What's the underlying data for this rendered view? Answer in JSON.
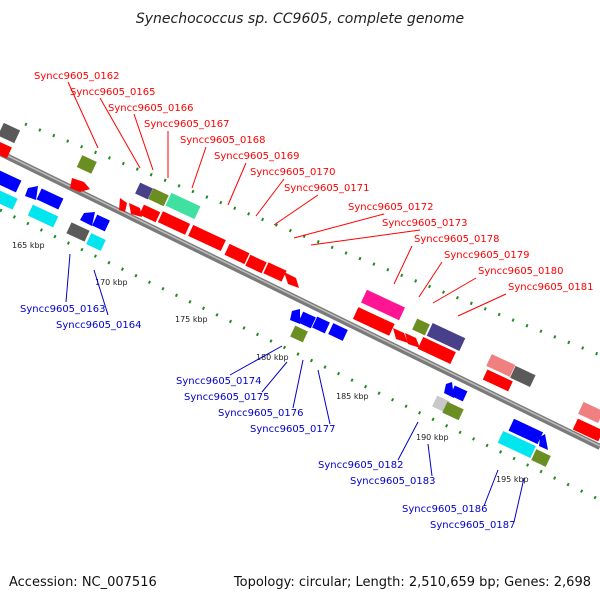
{
  "title": "Synechococcus sp. CC9605, complete genome",
  "footer": {
    "accession": "Accession: NC_007516",
    "summary": "Topology: circular; Length: 2,510,659 bp; Genes: 2,698"
  },
  "colors": {
    "backbone": "#808080",
    "forward_label": "#ff0000",
    "reverse_label": "#0000c8",
    "tick": "#228b22",
    "gene_red": "#ff0000",
    "gene_blue": "#0000ff",
    "gene_olive": "#6b8e23",
    "gene_gray": "#5a5a5a",
    "gene_cyan": "#00e5ee",
    "gene_teal": "#40e0a0",
    "gene_magenta": "#ff1493",
    "gene_slate": "#48408b",
    "gene_salmon": "#f08080",
    "gene_lightgray": "#c8c8c8"
  },
  "scale_labels": [
    "165 kbp",
    "170 kbp",
    "175 kbp",
    "180 kbp",
    "185 kbp",
    "190 kbp",
    "195 kbp"
  ],
  "forward_genes": [
    "Syncc9605_0162",
    "Syncc9605_0165",
    "Syncc9605_0166",
    "Syncc9605_0167",
    "Syncc9605_0168",
    "Syncc9605_0169",
    "Syncc9605_0170",
    "Syncc9605_0171",
    "Syncc9605_0172",
    "Syncc9605_0173",
    "Syncc9605_0178",
    "Syncc9605_0179",
    "Syncc9605_0180",
    "Syncc9605_0181"
  ],
  "reverse_genes": [
    "Syncc9605_0163",
    "Syncc9605_0164",
    "Syncc9605_0174",
    "Syncc9605_0175",
    "Syncc9605_0176",
    "Syncc9605_0177",
    "Syncc9605_0182",
    "Syncc9605_0183",
    "Syncc9605_0186",
    "Syncc9605_0187"
  ]
}
